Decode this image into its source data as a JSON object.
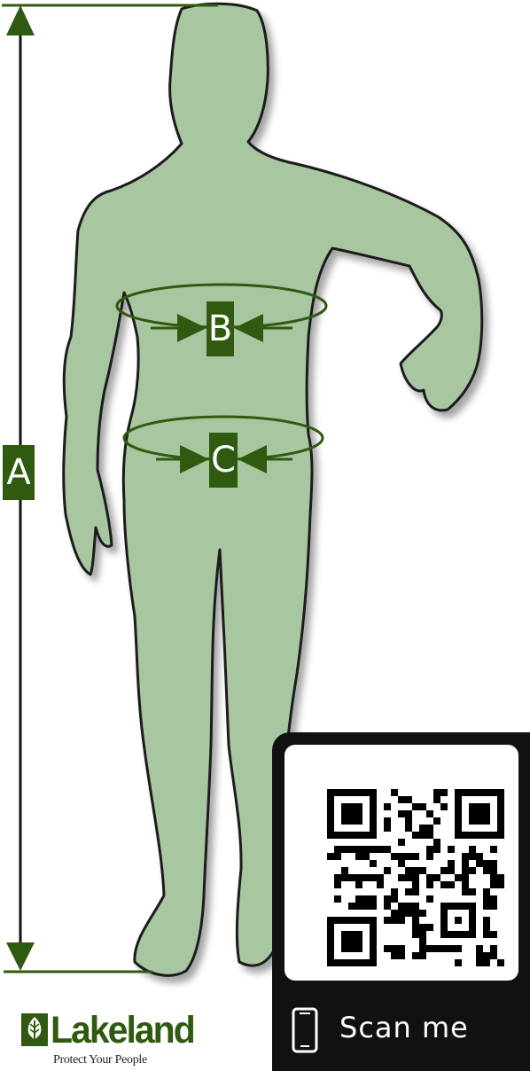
{
  "diagram": {
    "labels": {
      "height": "A",
      "chest": "B",
      "waist": "C"
    },
    "colors": {
      "figure_fill": "#a8c7a1",
      "figure_stroke": "#1a1a1a",
      "accent": "#2f5a0f"
    }
  },
  "qr": {
    "scan_label": "Scan me",
    "icon": "phone-icon"
  },
  "brand": {
    "name": "Lakeland",
    "tagline": "Protect Your People"
  }
}
